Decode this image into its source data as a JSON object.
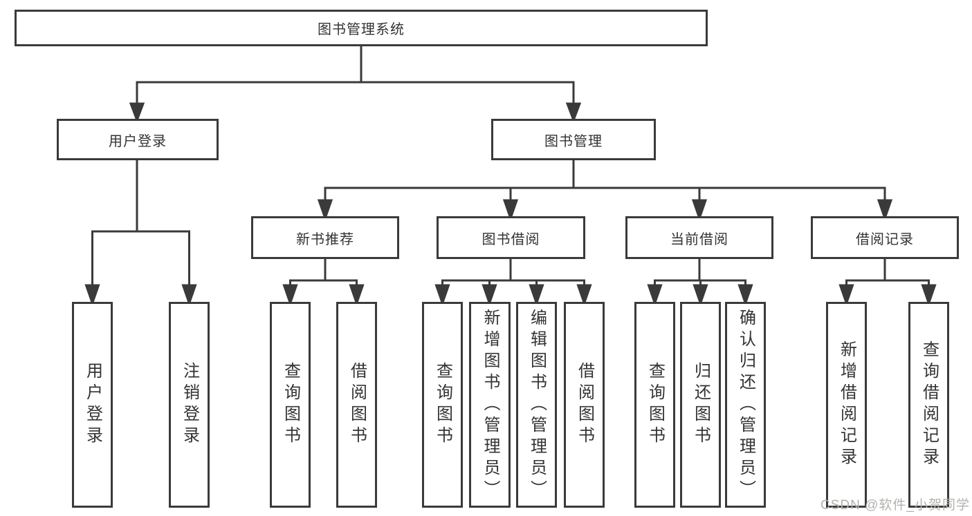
{
  "diagram": {
    "root": {
      "label": "图书管理系统"
    },
    "children": [
      {
        "label": "用户登录",
        "children": [
          {
            "label": "用户登录"
          },
          {
            "label": "注销登录"
          }
        ]
      },
      {
        "label": "图书管理",
        "children": [
          {
            "label": "新书推荐",
            "children": [
              {
                "label": "查询图书"
              },
              {
                "label": "借阅图书"
              }
            ]
          },
          {
            "label": "图书借阅",
            "children": [
              {
                "label": "查询图书"
              },
              {
                "label": "新增图书（管理员）"
              },
              {
                "label": "编辑图书（管理员）"
              },
              {
                "label": "借阅图书"
              }
            ]
          },
          {
            "label": "当前借阅",
            "children": [
              {
                "label": "查询图书"
              },
              {
                "label": "归还图书"
              },
              {
                "label": "确认归还（管理员）"
              }
            ]
          },
          {
            "label": "借阅记录",
            "children": [
              {
                "label": "新增借阅记录"
              },
              {
                "label": "查询借阅记录"
              }
            ]
          }
        ]
      }
    ]
  },
  "watermark": {
    "text": "CSDN @软件_小贺同学"
  },
  "colors": {
    "line": "#3a3a3a",
    "text": "#333333",
    "watermark": "#b3b1ae",
    "node_background": "#ffffff"
  }
}
